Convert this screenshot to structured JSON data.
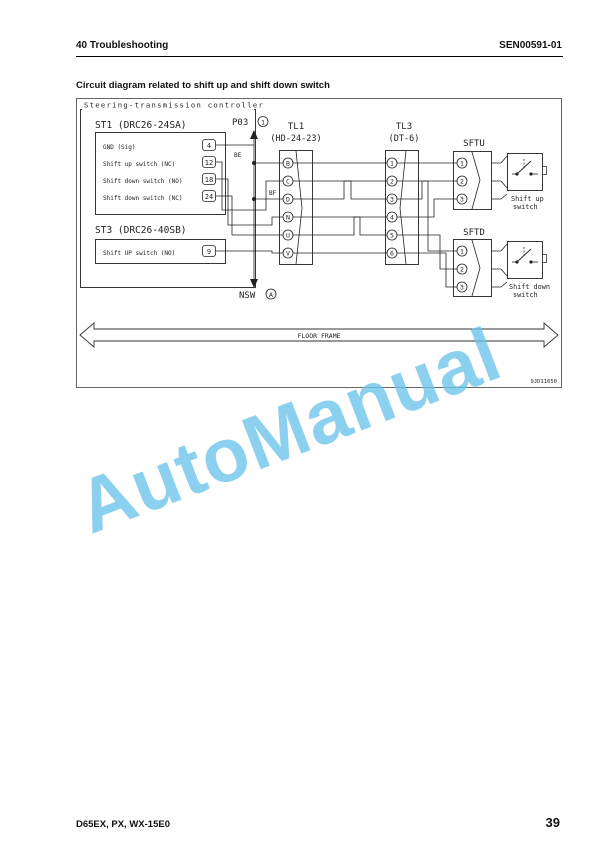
{
  "header": {
    "section": "40 Troubleshooting",
    "doc_code": "SEN00591-01"
  },
  "section_title": "Circuit diagram related to shift up and shift down switch",
  "diagram": {
    "controller_title": "Steering-transmission controller",
    "st1": {
      "title": "ST1 (DRC26-24SA)",
      "pins": [
        {
          "label": "GND (Sig)",
          "pin": "4"
        },
        {
          "label": "Shift up switch (NC)",
          "pin": "12"
        },
        {
          "label": "Shift down switch (NO)",
          "pin": "18"
        },
        {
          "label": "Shift down switch (NC)",
          "pin": "24"
        }
      ]
    },
    "st3": {
      "title": "ST3 (DRC26-40SB)",
      "pins": [
        {
          "label": "Shift UP switch (NO)",
          "pin": "9"
        }
      ]
    },
    "p03": {
      "label": "P03",
      "pin": "1"
    },
    "wire_be": "BE",
    "wire_bf": "BF",
    "nsw": {
      "label": "NSW",
      "pin": "A"
    },
    "tl1": {
      "title": "TL1",
      "part": "(HD-24-23)",
      "pins": [
        "B",
        "C",
        "D",
        "N",
        "U",
        "V"
      ]
    },
    "tl3": {
      "title": "TL3",
      "part": "(DT-6)",
      "pins": [
        "1",
        "2",
        "3",
        "4",
        "5",
        "6"
      ]
    },
    "sftu": {
      "title": "SFTU",
      "pins": [
        "1",
        "2",
        "3"
      ],
      "switch_label_1": "Shift up",
      "switch_label_2": "switch"
    },
    "sftd": {
      "title": "SFTD",
      "pins": [
        "1",
        "2",
        "3"
      ],
      "switch_label_1": "Shift down",
      "switch_label_2": "switch"
    },
    "floor_frame": "FLOOR FRAME",
    "figure_code": "9JD11650"
  },
  "footer": {
    "models": "D65EX, PX, WX-15E0",
    "page": "39"
  },
  "watermark": "AutoManual"
}
